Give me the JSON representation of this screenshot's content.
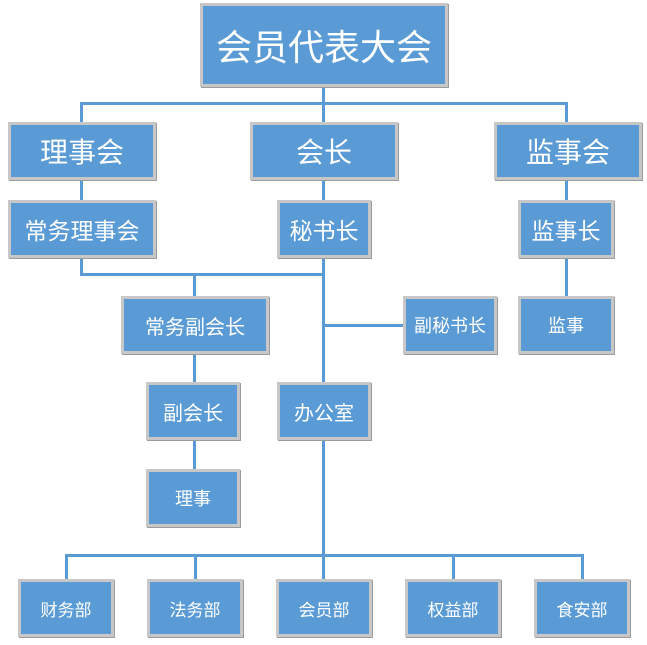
{
  "org_chart": {
    "congress": "会员代表大会",
    "council": "理事会",
    "president": "会长",
    "supervisory_board": "监事会",
    "standing_council": "常务理事会",
    "secretary_general": "秘书长",
    "chief_supervisor": "监事长",
    "standing_vice_president": "常务副会长",
    "deputy_secretary_general": "副秘书长",
    "supervisor": "监事",
    "vice_president": "副会长",
    "office": "办公室",
    "director": "理事",
    "departments": [
      "财务部",
      "法务部",
      "会员部",
      "权益部",
      "食安部"
    ]
  },
  "colors": {
    "box_fill": "#5b9bd5",
    "box_border": "#c7c7c7",
    "connector": "#5b9bd5",
    "text": "#ffffff"
  }
}
